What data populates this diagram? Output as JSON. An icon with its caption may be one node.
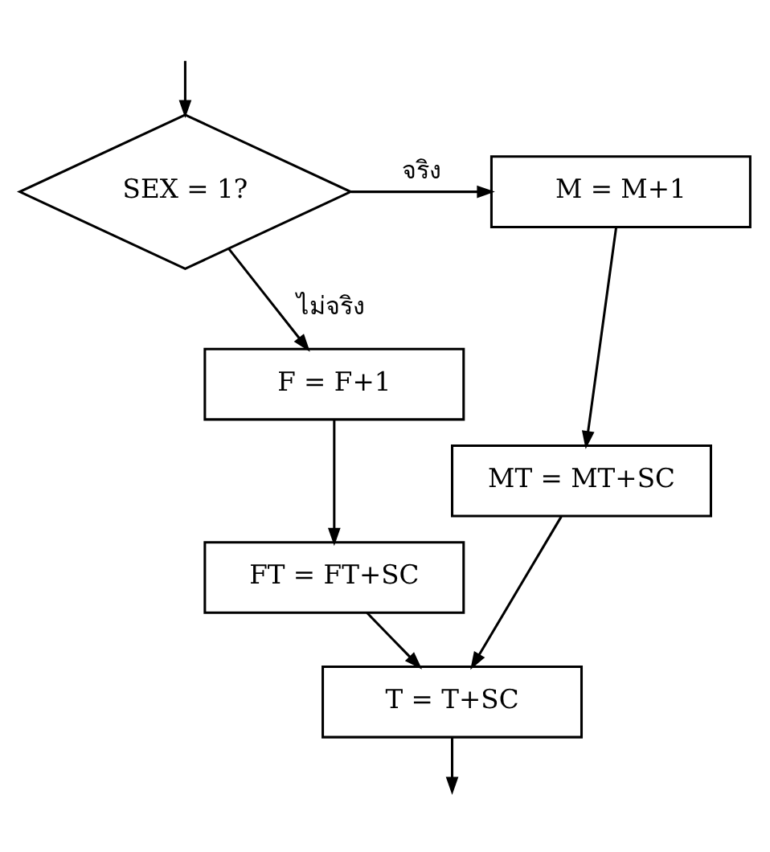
{
  "diagram": {
    "nodes": [
      {
        "text": [
          "SEX = 1?"
        ]
      },
      {
        "text": [
          "M = M+1"
        ]
      },
      {
        "text": [
          "MT = MT+SC"
        ]
      },
      {
        "text": [
          "F = F+1"
        ]
      },
      {
        "text": [
          "FT = FT+SC"
        ]
      },
      {
        "text": [
          "T = T+SC"
        ]
      }
    ],
    "edges": [
      {
        "from": null,
        "to": 0,
        "arrow": "to"
      },
      {
        "from": 0,
        "to": 1,
        "arrow": "to",
        "label": "จริง"
      },
      {
        "from": 0,
        "to": 3,
        "arrow": "to",
        "label": "ไม่จริง"
      },
      {
        "from": 1,
        "to": 2,
        "arrow": "to"
      },
      {
        "from": 3,
        "to": 4,
        "arrow": "to"
      },
      {
        "from": 4,
        "to": 5,
        "arrow": "to"
      },
      {
        "from": 2,
        "to": 5,
        "arrow": "to"
      },
      {
        "from": 5,
        "to": null,
        "arrow": "to"
      }
    ]
  }
}
